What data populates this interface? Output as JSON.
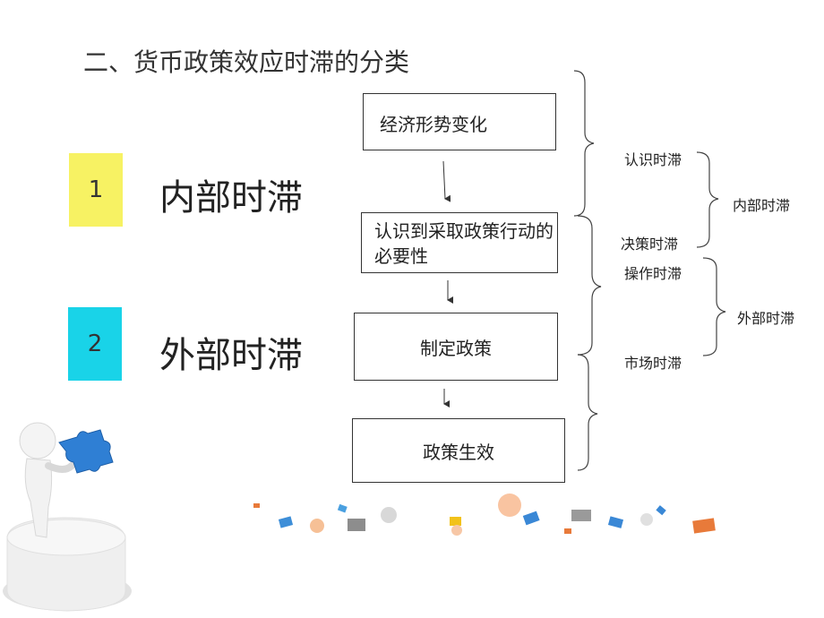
{
  "title": "二、货币政策效应时滞的分类",
  "items": [
    {
      "number": "1",
      "label": "内部时滞",
      "color": "#f7f263"
    },
    {
      "number": "2",
      "label": "外部时滞",
      "color": "#19d3e8"
    }
  ],
  "flow": {
    "step1": "经济形势变化",
    "step2": "认识到采取政策行动的必要性",
    "step3": "制定政策",
    "step4": "政策生效"
  },
  "lags": {
    "recognition": "认识时滞",
    "decision": "决策时滞",
    "operation": "操作时滞",
    "market": "市场时滞",
    "inside": "内部时滞",
    "outside": "外部时滞"
  }
}
